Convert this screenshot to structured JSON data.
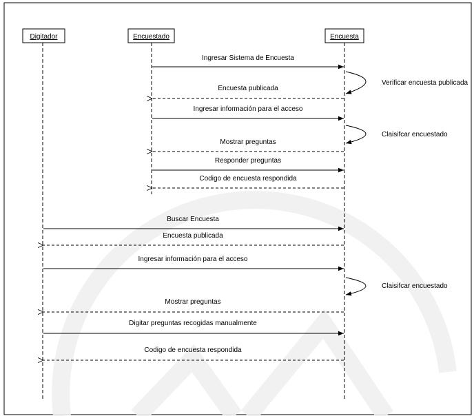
{
  "actors": [
    {
      "id": "digitador",
      "label": "Digitador"
    },
    {
      "id": "encuestado",
      "label": "Encuestado"
    },
    {
      "id": "encuesta",
      "label": "Encuesta"
    }
  ],
  "messages": [
    {
      "from": "encuestado",
      "to": "encuesta",
      "kind": "call",
      "label": "Ingresar Sistema de  Encuesta"
    },
    {
      "from": "encuesta",
      "to": "encuesta",
      "kind": "self",
      "label": "Verificar encuesta publicada"
    },
    {
      "from": "encuesta",
      "to": "encuestado",
      "kind": "return",
      "label": "Encuesta publicada"
    },
    {
      "from": "encuestado",
      "to": "encuesta",
      "kind": "call",
      "label": "Ingresar información para el acceso"
    },
    {
      "from": "encuesta",
      "to": "encuesta",
      "kind": "self",
      "label": "Claisifcar encuestado"
    },
    {
      "from": "encuesta",
      "to": "encuestado",
      "kind": "return",
      "label": "Mostrar preguntas"
    },
    {
      "from": "encuestado",
      "to": "encuesta",
      "kind": "call",
      "label": "Responder preguntas"
    },
    {
      "from": "encuesta",
      "to": "encuestado",
      "kind": "return",
      "label": "Codigo de encuesta respondida"
    },
    {
      "from": "digitador",
      "to": "encuesta",
      "kind": "call",
      "label": "Buscar Encuesta"
    },
    {
      "from": "encuesta",
      "to": "digitador",
      "kind": "return",
      "label": "Encuesta publicada"
    },
    {
      "from": "digitador",
      "to": "encuesta",
      "kind": "call",
      "label": "Ingresar información para el acceso"
    },
    {
      "from": "encuesta",
      "to": "encuesta",
      "kind": "self",
      "label": "Claisifcar encuestado"
    },
    {
      "from": "encuesta",
      "to": "digitador",
      "kind": "return",
      "label": "Mostrar preguntas"
    },
    {
      "from": "digitador",
      "to": "encuesta",
      "kind": "call",
      "label": "Digitar preguntas recogidas manualmente"
    },
    {
      "from": "encuesta",
      "to": "digitador",
      "kind": "return",
      "label": "Codigo de encuesta respondida"
    }
  ]
}
